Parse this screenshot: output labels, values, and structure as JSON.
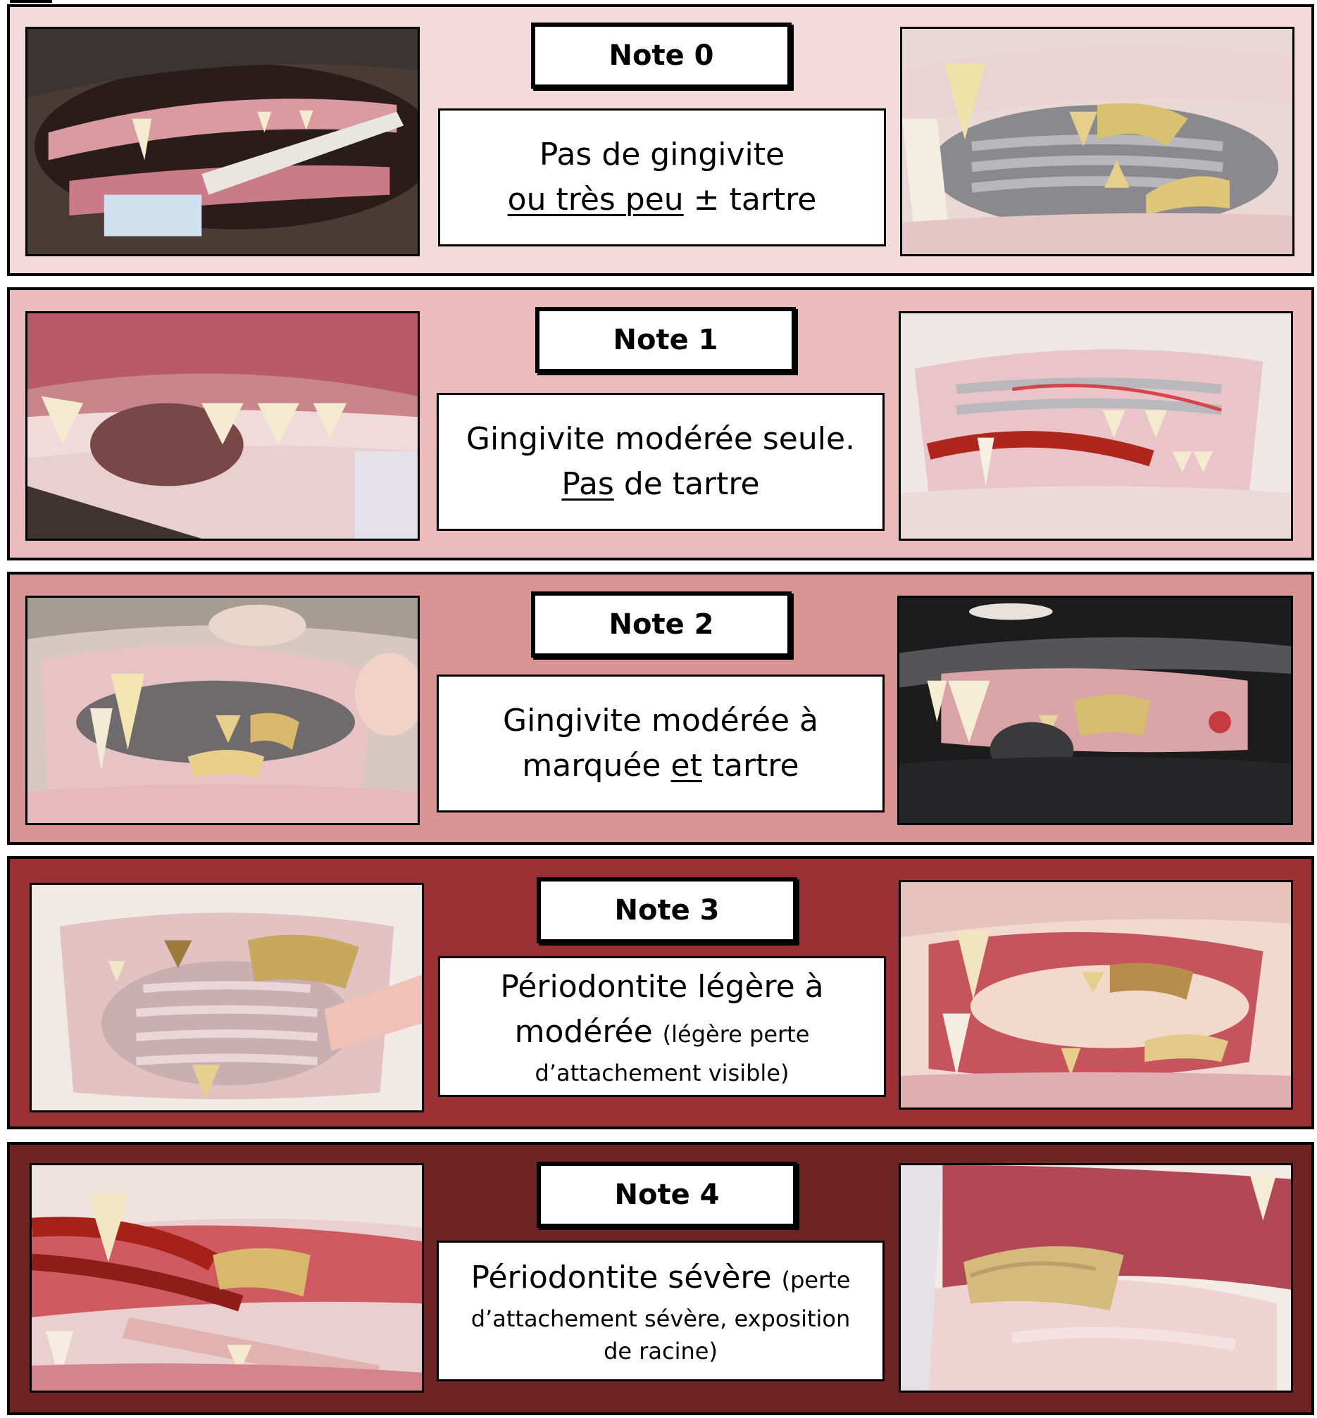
{
  "colors": {
    "panel_0": "#f3d9d9",
    "panel_1": "#ecbbbb",
    "panel_2": "#d99494",
    "panel_3": "#9b3134",
    "panel_4": "#6f2424"
  },
  "panels": [
    {
      "note": "Note 0",
      "line1": "Pas de gingivite",
      "line2_underlined": "ou très peu",
      "line2_symbol": "±",
      "line2_rest": "tartre"
    },
    {
      "note": "Note 1",
      "line1": "Gingivite modérée seule.",
      "line2_underlined": "Pas",
      "line2_rest": "de tartre"
    },
    {
      "note": "Note 2",
      "line1": "Gingivite modérée à",
      "line2_start": "marquée",
      "line2_underlined": "et",
      "line2_rest": "tartre"
    },
    {
      "note": "Note 3",
      "line1": "Périodontite légère à",
      "line2_main": "modérée",
      "line2_small": "(légère perte",
      "line3_small": "d’attachement visible)"
    },
    {
      "note": "Note 4",
      "line1_main": "Périodontite sévère",
      "line1_small": "(perte",
      "line2_small": "d’attachement sévère, exposition",
      "line3_small": "de racine)"
    }
  ],
  "photos": {
    "panel_0_left": "photo-cat-mouth-left",
    "panel_0_right": "photo-cat-mouth-right"
  }
}
